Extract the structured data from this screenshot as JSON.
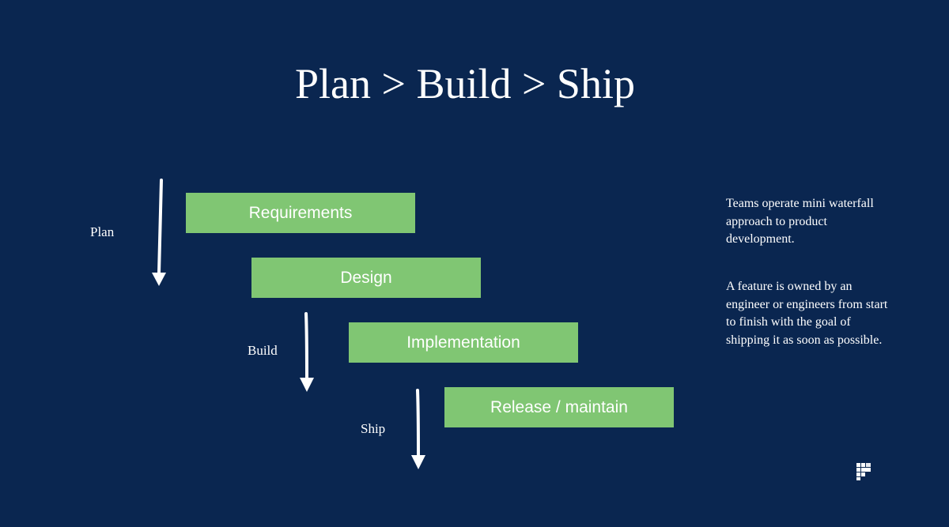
{
  "slide": {
    "title": "Plan > Build > Ship"
  },
  "phases": [
    {
      "label": "Requirements"
    },
    {
      "label": "Design"
    },
    {
      "label": "Implementation"
    },
    {
      "label": "Release / maintain"
    }
  ],
  "stages": [
    {
      "label": "Plan"
    },
    {
      "label": "Build"
    },
    {
      "label": "Ship"
    }
  ],
  "notes": {
    "paragraph_1": "Teams operate mini waterfall approach to product development.",
    "paragraph_2": "A feature is owned by an engineer or engineers from start to finish with the goal of shipping it as soon as possible."
  },
  "colors": {
    "background": "#0a2650",
    "bar": "#80c673",
    "text": "#ffffff"
  },
  "icons": {
    "logo": "brand-logo-icon",
    "arrow": "down-arrow-icon"
  }
}
